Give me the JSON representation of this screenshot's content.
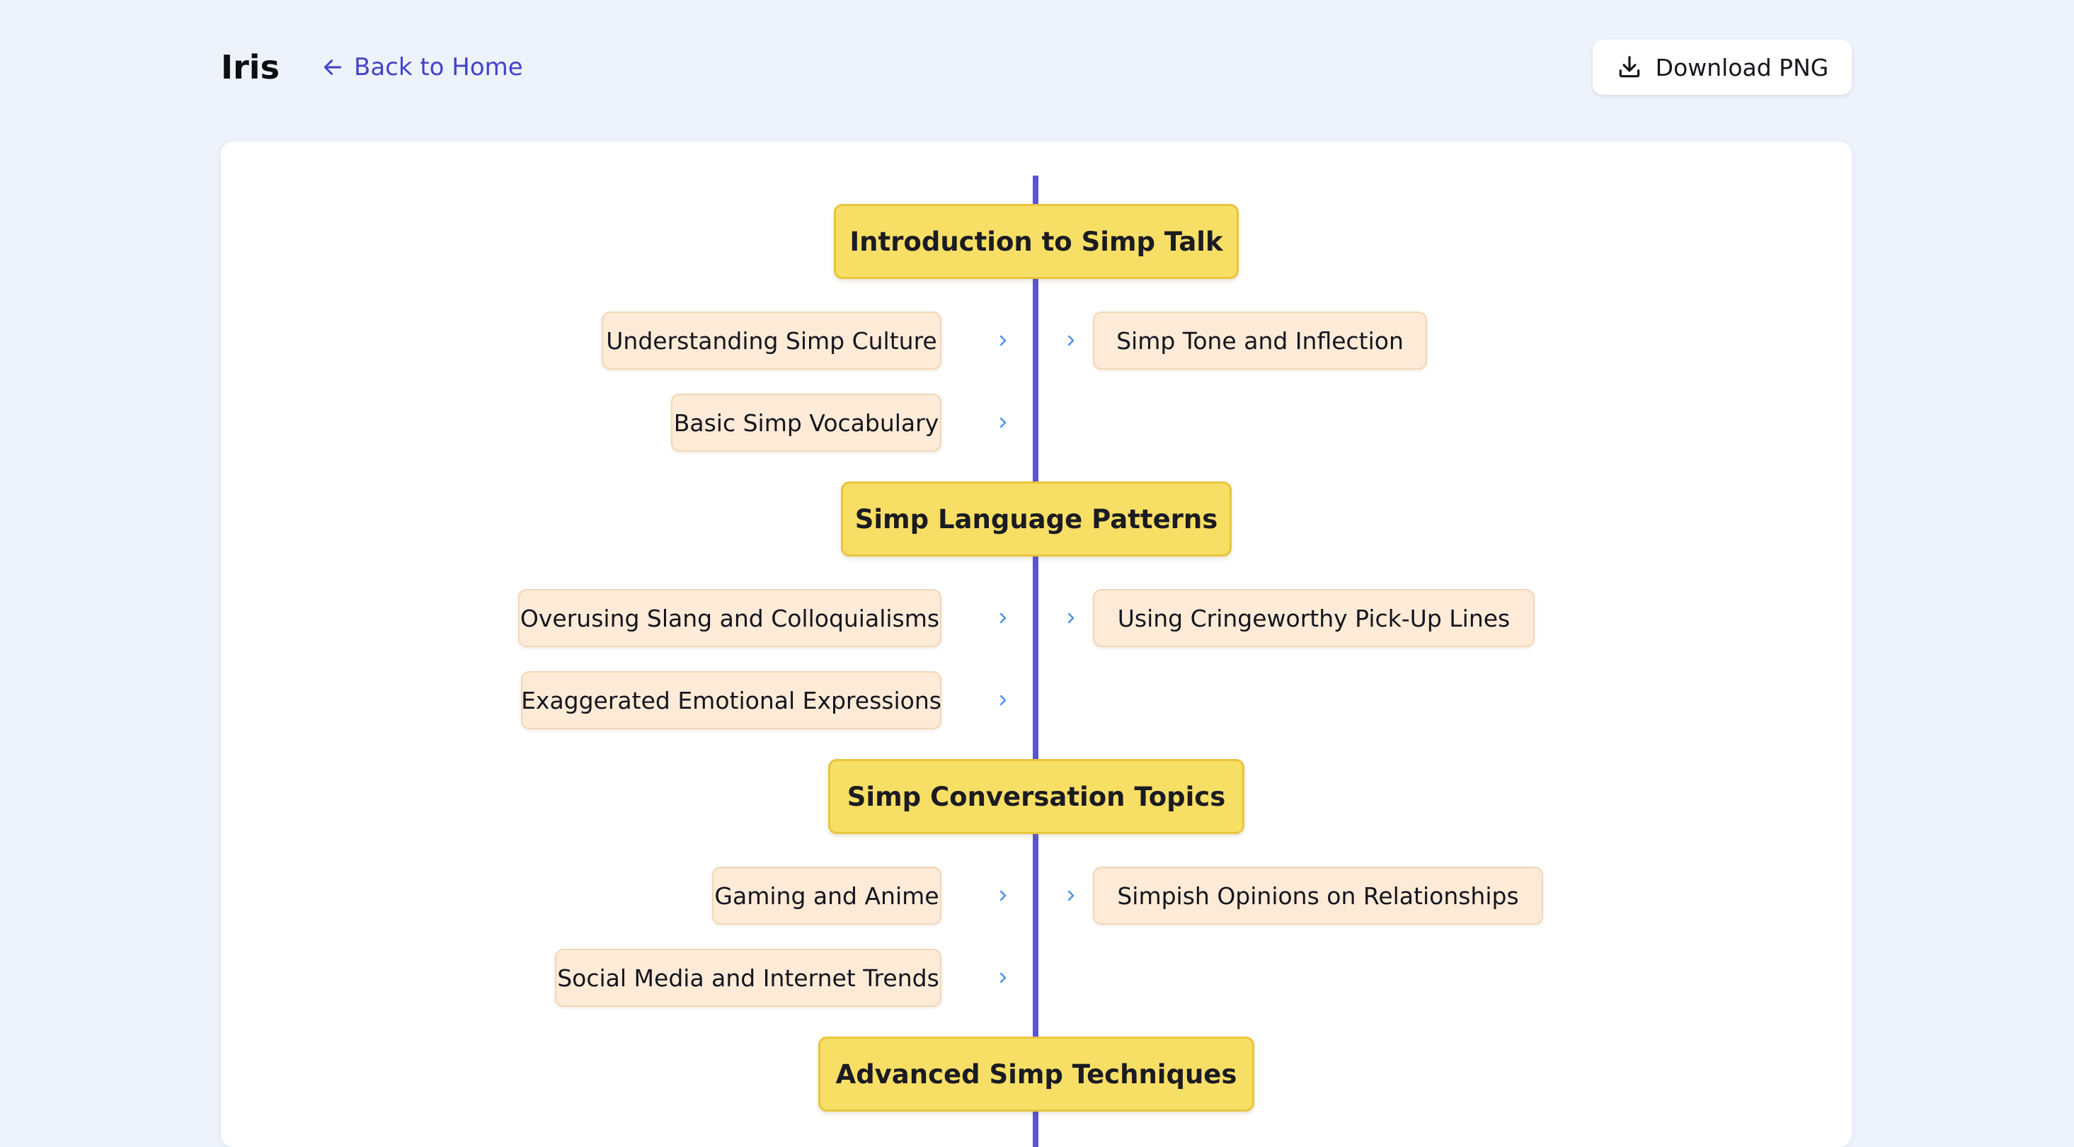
{
  "header": {
    "title": "Iris",
    "back_label": "Back to Home",
    "download_label": "Download PNG"
  },
  "roadmap": {
    "sections": [
      {
        "title": "Introduction to Simp Talk",
        "left": [
          "Understanding Simp Culture",
          "Basic Simp Vocabulary"
        ],
        "right": [
          "Simp Tone and Inflection"
        ]
      },
      {
        "title": "Simp Language Patterns",
        "left": [
          "Overusing Slang and Colloquialisms",
          "Exaggerated Emotional Expressions"
        ],
        "right": [
          "Using Cringeworthy Pick-Up Lines"
        ]
      },
      {
        "title": "Simp Conversation Topics",
        "left": [
          "Gaming and Anime",
          "Social Media and Internet Trends"
        ],
        "right": [
          "Simpish Opinions on Relationships"
        ]
      },
      {
        "title": "Advanced Simp Techniques",
        "left": [],
        "right": []
      }
    ]
  },
  "colors": {
    "spine": "#5a55d6",
    "topic_fill": "#f7df66",
    "subtopic_fill": "#fdebd8",
    "link": "#4343c8",
    "chevron": "#4a90e2"
  },
  "icons": {
    "back": "arrow-left-icon",
    "download": "download-icon",
    "connector": "chevron-right-icon"
  }
}
